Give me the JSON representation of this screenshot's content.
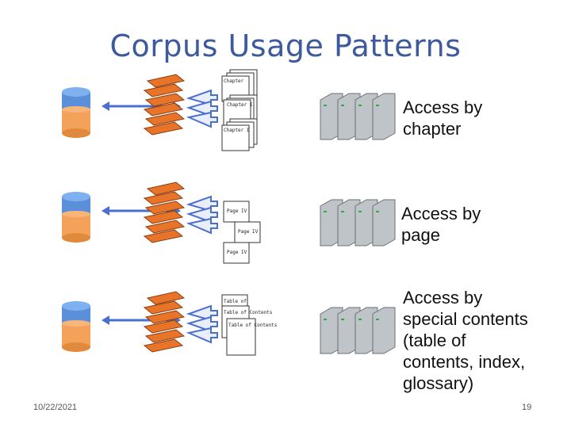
{
  "title": "Corpus Usage Patterns",
  "rows": [
    {
      "caption": [
        "Access by",
        "chapter"
      ],
      "docs": [
        "Chapter",
        "Chapter I",
        "Chapter I"
      ]
    },
    {
      "caption": [
        "Access by",
        "page"
      ],
      "docs": [
        "Page IV",
        "Page IV",
        "Page IV"
      ]
    },
    {
      "caption": [
        "Access by",
        "special contents",
        "(table of",
        "contents, index,",
        "glossary)"
      ],
      "docs": [
        "Table of",
        "Table of Contents",
        "Table of Contents"
      ]
    }
  ],
  "footer": {
    "date": "10/22/2021",
    "page": "19"
  },
  "colors": {
    "title": "#3d5a9e",
    "db_top": "#5b8fd9",
    "db_bottom": "#f4a15a",
    "arrow": "#4a6fcf",
    "book": "#e8742a"
  }
}
